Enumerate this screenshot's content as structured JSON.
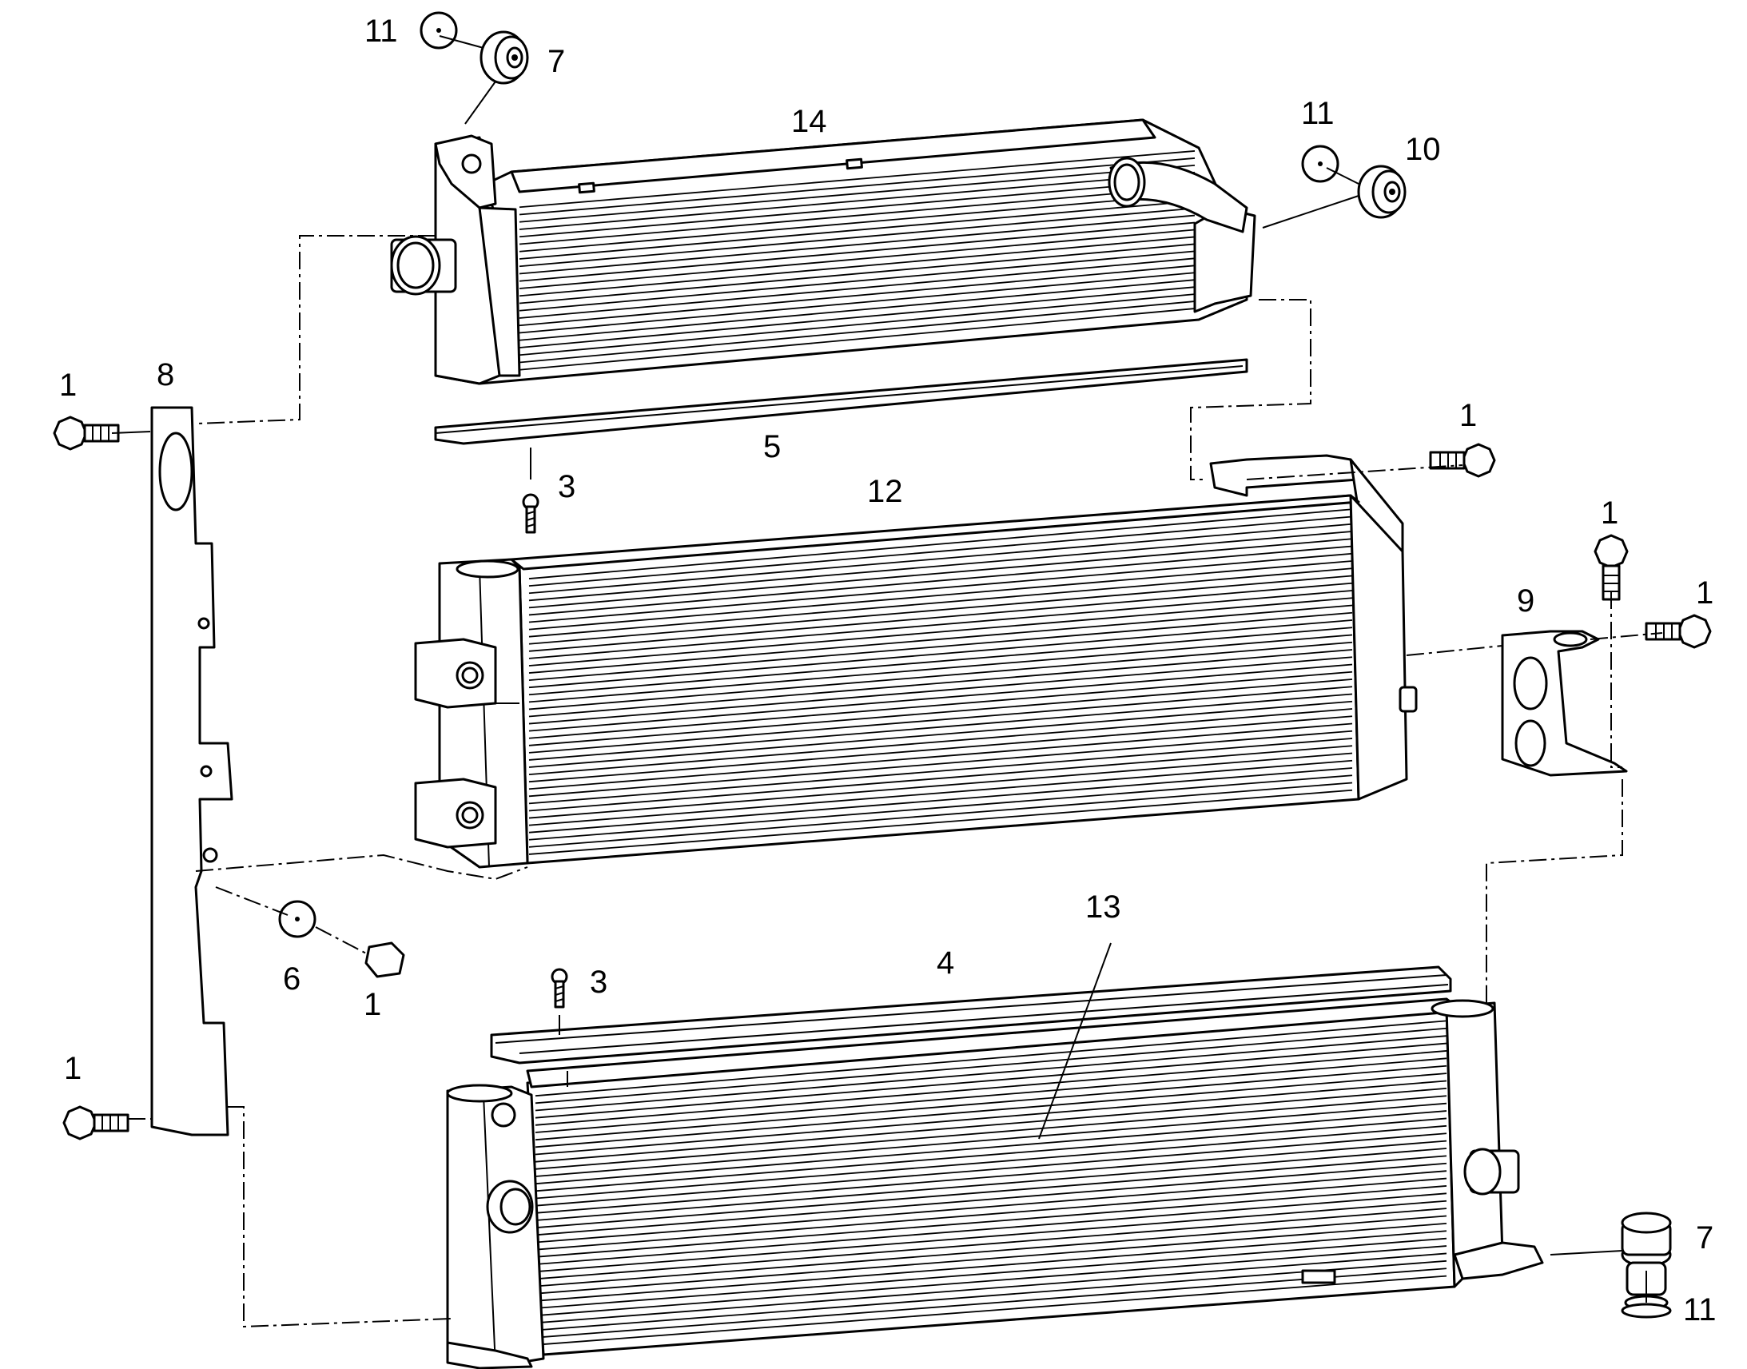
{
  "diagram": {
    "callouts": [
      {
        "id": "c1",
        "text": "11"
      },
      {
        "id": "c2",
        "text": "7"
      },
      {
        "id": "c3",
        "text": "14"
      },
      {
        "id": "c4",
        "text": "11"
      },
      {
        "id": "c5",
        "text": "10"
      },
      {
        "id": "c6",
        "text": "1"
      },
      {
        "id": "c7",
        "text": "8"
      },
      {
        "id": "c8",
        "text": "5"
      },
      {
        "id": "c9",
        "text": "3"
      },
      {
        "id": "c10",
        "text": "12"
      },
      {
        "id": "c11",
        "text": "1"
      },
      {
        "id": "c12",
        "text": "1"
      },
      {
        "id": "c13",
        "text": "9"
      },
      {
        "id": "c14",
        "text": "1"
      },
      {
        "id": "c15",
        "text": "13"
      },
      {
        "id": "c16",
        "text": "4"
      },
      {
        "id": "c17",
        "text": "3"
      },
      {
        "id": "c18",
        "text": "6"
      },
      {
        "id": "c19",
        "text": "1"
      },
      {
        "id": "c20",
        "text": "1"
      },
      {
        "id": "c21",
        "text": "7"
      },
      {
        "id": "c22",
        "text": "11"
      }
    ]
  }
}
